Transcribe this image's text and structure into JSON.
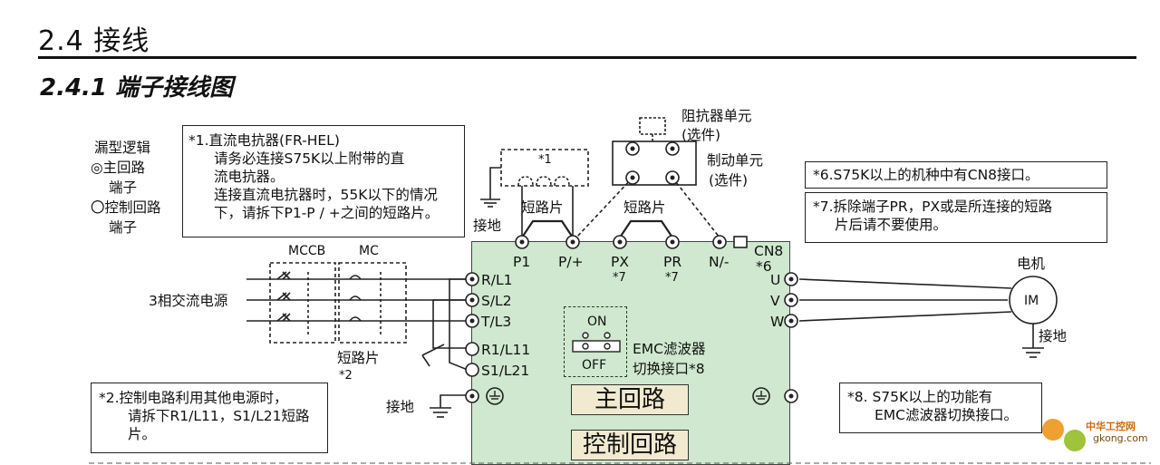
{
  "heading": "2.4  接线",
  "subheading": "2.4.1  端子接线图",
  "legend": {
    "title": "漏型逻辑",
    "main_circuit": "◎主回路",
    "main_circuit_2": "端子",
    "control_circuit": "〇控制回路",
    "control_circuit_2": "端子"
  },
  "notes": {
    "note1": [
      "*1.直流电抗器(FR-HEL)",
      "请务必连接S75K以上附带的直",
      "流电抗器。",
      "连接直流电抗器时，55K以下的情况",
      "下，请拆下P1-P / +之间的短路片。"
    ],
    "note2": [
      "*2.控制电路利用其他电源时，",
      "请拆下R1/L11，S1/L21短路",
      "片。"
    ],
    "note6": "*6.S75K以上的机种中有CN8接口。",
    "note7": [
      "*7.拆除端子PR，PX或是所连接的短路",
      "片后请不要使用。"
    ],
    "note8": [
      "*8. S75K以上的功能有",
      "EMC滤波器切换接口。"
    ]
  },
  "labels": {
    "resistor_unit": "阻抗器单元",
    "resistor_opt": "(选件)",
    "brake_unit": "制动单元",
    "brake_opt": "(选件)",
    "star1": "*1",
    "ground_top": "接地",
    "shorting_bar_1": "短路片",
    "shorting_bar_2": "短路片",
    "mccb": "MCCB",
    "mc": "MC",
    "power_source": "3相交流电源",
    "shorting_bar_3": "短路片",
    "star2": "*2",
    "ground_left": "接地",
    "motor": "电机",
    "motor_symbol": "IM",
    "ground_right": "接地",
    "emc_on": "ON",
    "emc_off": "OFF",
    "emc_label_1": "EMC滤波器",
    "emc_label_2": "切换接口*8",
    "main_circuit_tag": "主回路",
    "control_circuit_tag": "控制回路"
  },
  "terminals": {
    "top": [
      "P1",
      "P/+",
      "PX",
      "PR",
      "N/-"
    ],
    "px_note": "*7",
    "pr_note": "*7",
    "cn8": "CN8",
    "cn8_note": "*6",
    "left": [
      "R/L1",
      "S/L2",
      "T/L3",
      "R1/L11",
      "S1/L21"
    ],
    "right": [
      "U",
      "V",
      "W"
    ]
  },
  "watermark": {
    "line1": "中华工控网",
    "line2": "gkong.com"
  },
  "colors": {
    "panel": "#cfe8cf",
    "tag_bg": "#f2ead0",
    "line": "#222222"
  }
}
